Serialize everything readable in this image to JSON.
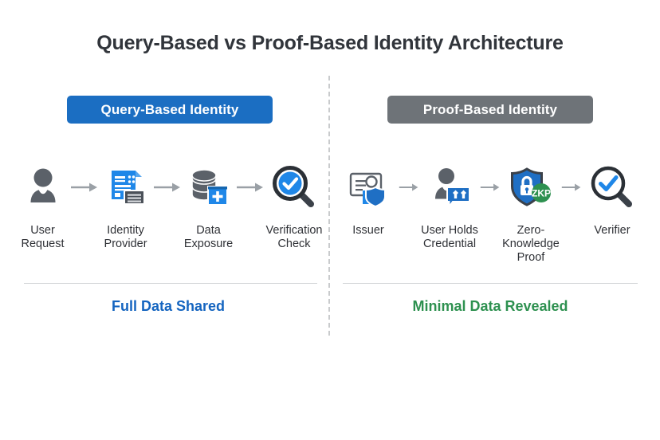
{
  "title": "Query-Based vs Proof-Based Identity Architecture",
  "colors": {
    "badge_blue": "#1b6ec2",
    "badge_gray": "#6e7378",
    "accent_blue": "#1565c0",
    "accent_green": "#2e9150",
    "icon_gray": "#5b6169",
    "icon_blue": "#1f87e8",
    "arrow_gray": "#9aa0a6",
    "divider_gray": "#c9cbcd"
  },
  "left": {
    "badge_label": "Query-Based Identity",
    "summary_label": "Full Data Shared",
    "steps": [
      {
        "label": "User\nRequest",
        "icon": "user-avatar-icon"
      },
      {
        "label": "Identity\nProvider",
        "icon": "identity-document-icon"
      },
      {
        "label": "Data\nExposure",
        "icon": "database-plus-icon"
      },
      {
        "label": "Verification\nCheck",
        "icon": "magnifier-check-filled-icon"
      }
    ],
    "arrow_icon": "arrow-right-icon"
  },
  "right": {
    "badge_label": "Proof-Based Identity",
    "summary_label": "Minimal Data Revealed",
    "steps": [
      {
        "label": "Issuer",
        "icon": "id-card-shield-icon"
      },
      {
        "label": "User Holds\nCredential",
        "icon": "user-credential-badge-icon"
      },
      {
        "label": "Zero-Knowledge\nProof",
        "icon": "shield-lock-zkp-icon",
        "badge_text": "ZKP"
      },
      {
        "label": "Verifier",
        "icon": "magnifier-check-outline-icon"
      }
    ],
    "arrow_icon": "arrow-right-icon"
  }
}
